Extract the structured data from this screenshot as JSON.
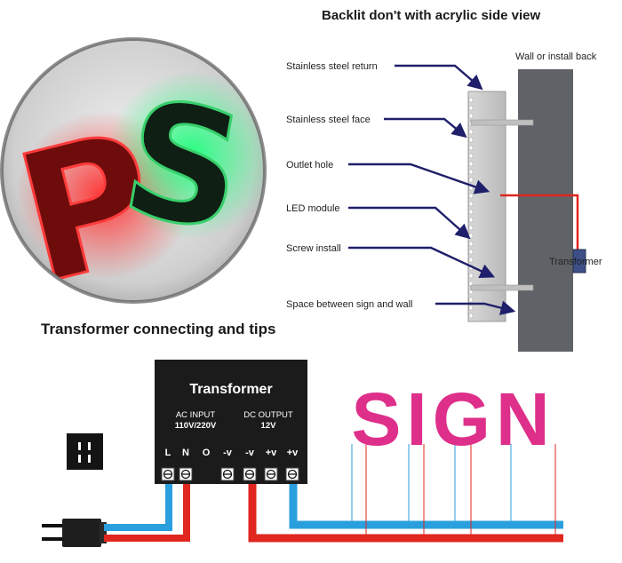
{
  "titles": {
    "side_view": "Backlit don't with acrylic side view",
    "tips": "Transformer connecting and tips"
  },
  "side_view": {
    "wall_label": "Wall or install back",
    "transformer_label": "Transformer",
    "callouts": [
      "Stainless steel return",
      "Stainless steel face",
      "Outlet hole",
      "LED module",
      "Screw install",
      "Space between sign and wall"
    ]
  },
  "photo": {
    "letters": [
      "P",
      "S"
    ]
  },
  "transformer": {
    "title": "Transformer",
    "ac_title": "AC INPUT",
    "ac_value": "110V/220V",
    "dc_title": "DC OUTPUT",
    "dc_value": "12V",
    "terminals": [
      "L",
      "N",
      "O",
      "-v",
      "-v",
      "+v",
      "+v"
    ]
  },
  "sign_word": "SIGN",
  "colors": {
    "wire_red": "#e0261f",
    "wire_blue": "#2a9fde",
    "sign_magenta": "#de2f8a",
    "wall": "#5f6266",
    "navy_arrow": "#1f1f6b",
    "transformer_box": "#1b1b1b"
  }
}
